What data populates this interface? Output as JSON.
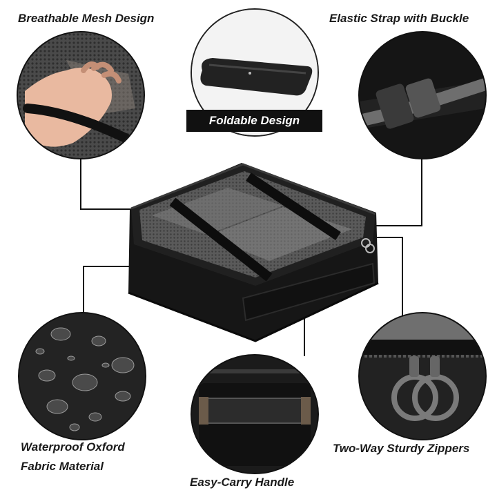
{
  "features": {
    "mesh": "Breathable Mesh Design",
    "strap": "Elastic Strap with Buckle",
    "foldable": "Foldable Design",
    "waterproof_line1": "Waterproof Oxford",
    "waterproof_line2": "Fabric Material",
    "handle": "Easy-Carry Handle",
    "zippers": "Two-Way Sturdy Zippers"
  },
  "icons": {
    "mesh_photo": "hand-holding-mesh",
    "strap_photo": "strap-buckle",
    "fold_photo": "folded-organizer",
    "water_photo": "water-droplets",
    "handle_photo": "carry-handle",
    "zipper_photo": "zipper-rings",
    "product": "packing-cube"
  },
  "colors": {
    "label": "#1a1a1a",
    "line": "#111111",
    "bag": "#1b1b1b"
  }
}
